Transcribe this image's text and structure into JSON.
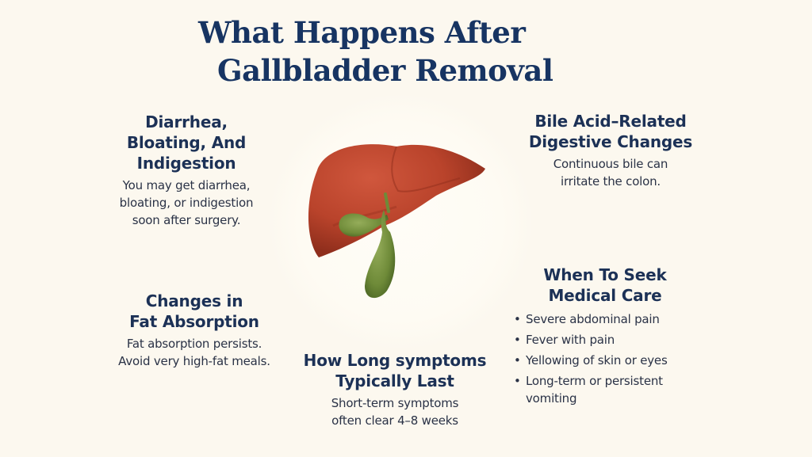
{
  "title": {
    "line1": "What Happens After",
    "line2": "Gallbladder Removal"
  },
  "illustration": {
    "subject": "liver-with-gallbladder",
    "colors": {
      "liver": "#b8412a",
      "gallbladder": "#6e8c3a",
      "text": "#1c3156",
      "background": "#fcf8ef"
    }
  },
  "sections": {
    "diarrhea": {
      "heading": [
        "Diarrhea,",
        "Bloating, And",
        "Indigestion"
      ],
      "body": [
        "You may get diarrhea,",
        "bloating, or indigestion",
        "soon after surgery."
      ]
    },
    "bile_acid": {
      "heading": [
        "Bile Acid–Related",
        "Digestive Changes"
      ],
      "body": [
        "Continuous bile can",
        "irritate the colon."
      ]
    },
    "fat_absorption": {
      "heading": [
        "Changes in",
        "Fat Absorption"
      ],
      "body": [
        "Fat absorption persists.",
        "Avoid very high-fat meals."
      ]
    },
    "duration": {
      "heading": [
        "How Long symptoms",
        "Typically Last"
      ],
      "body": [
        "Short-term symptoms",
        "often clear 4–8 weeks"
      ]
    },
    "seek_care": {
      "heading": [
        "When To Seek",
        "Medical Care"
      ],
      "bullet": "•",
      "items": [
        "Severe abdominal pain",
        "Fever with pain",
        "Yellowing of skin or eyes",
        "Long-term or persistent vomiting"
      ]
    }
  }
}
